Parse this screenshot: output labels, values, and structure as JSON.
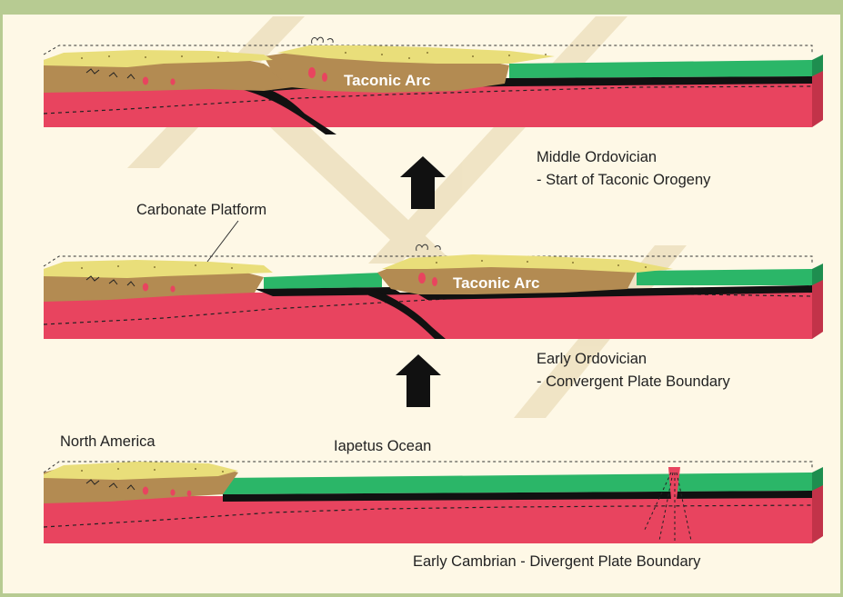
{
  "colors": {
    "background": "#FEF8E6",
    "frame": "#B7CB92",
    "crust_red": "#E8445F",
    "continent_brown": "#B38B52",
    "sediment_yellow": "#E9DE7A",
    "ocean_green": "#2BB668",
    "slab_black": "#111111",
    "watermark": "#E3D3A9"
  },
  "labels": {
    "carbonate_platform": "Carbonate Platform",
    "north_america": "North America",
    "iapetus_ocean": "Iapetus Ocean",
    "taconic_arc_top": "Taconic Arc",
    "taconic_arc_middle": "Taconic Arc"
  },
  "stages": {
    "middle_ordovician": {
      "title": "Middle Ordovician",
      "subtitle": "- Start of Taconic Orogeny"
    },
    "early_ordovician": {
      "title": "Early Ordovician",
      "subtitle": "- Convergent Plate Boundary"
    },
    "early_cambrian": {
      "title": "Early Cambrian - Divergent Plate Boundary"
    }
  },
  "icons": [
    "up-arrow-icon",
    "volcano-icon",
    "magma-drop-icon"
  ]
}
